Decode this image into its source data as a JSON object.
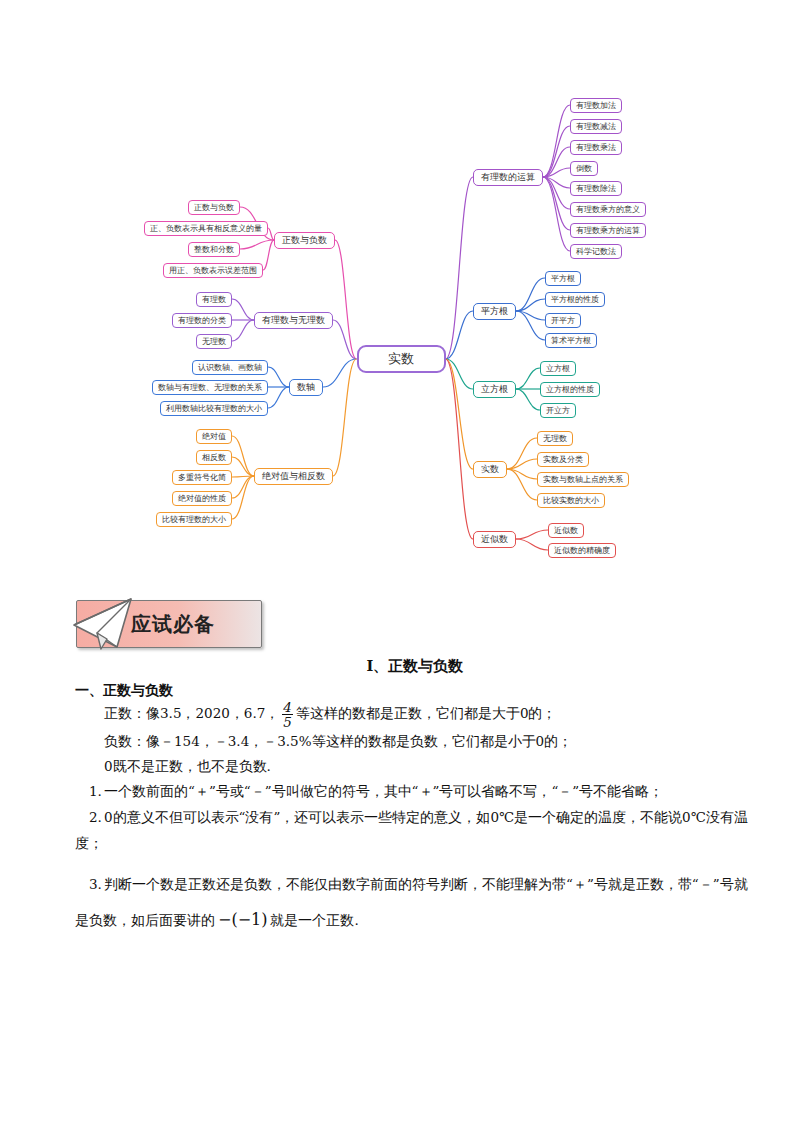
{
  "diagram": {
    "nodes": [
      {
        "text": [
          "实数"
        ]
      },
      {
        "text": [
          "正数与负数"
        ]
      },
      {
        "text": [
          "正数与负数"
        ]
      },
      {
        "text": [
          "正、负数表示具有相反意义的量"
        ]
      },
      {
        "text": [
          "整数和分数"
        ]
      },
      {
        "text": [
          "用正、负数表示误差范围"
        ]
      },
      {
        "text": [
          "有理数与无理数"
        ]
      },
      {
        "text": [
          "有理数"
        ]
      },
      {
        "text": [
          "有理数的分类"
        ]
      },
      {
        "text": [
          "无理数"
        ]
      },
      {
        "text": [
          "数轴"
        ]
      },
      {
        "text": [
          "认识数轴、画数轴"
        ]
      },
      {
        "text": [
          "数轴与有理数、无理数的关系"
        ]
      },
      {
        "text": [
          "利用数轴比较有理数的大小"
        ]
      },
      {
        "text": [
          "绝对值与相反数"
        ]
      },
      {
        "text": [
          "绝对值"
        ]
      },
      {
        "text": [
          "相反数"
        ]
      },
      {
        "text": [
          "多重符号化简"
        ]
      },
      {
        "text": [
          "绝对值的性质"
        ]
      },
      {
        "text": [
          "比较有理数的大小"
        ]
      },
      {
        "text": [
          "有理数的运算"
        ]
      },
      {
        "text": [
          "有理数加法"
        ]
      },
      {
        "text": [
          "有理数减法"
        ]
      },
      {
        "text": [
          "有理数乘法"
        ]
      },
      {
        "text": [
          "倒数"
        ]
      },
      {
        "text": [
          "有理数除法"
        ]
      },
      {
        "text": [
          "有理数乘方的意义"
        ]
      },
      {
        "text": [
          "有理数乘方的运算"
        ]
      },
      {
        "text": [
          "科学记数法"
        ]
      },
      {
        "text": [
          "平方根"
        ]
      },
      {
        "text": [
          "平方根"
        ]
      },
      {
        "text": [
          "平方根的性质"
        ]
      },
      {
        "text": [
          "开平方"
        ]
      },
      {
        "text": [
          "算术平方根"
        ]
      },
      {
        "text": [
          "立方根"
        ]
      },
      {
        "text": [
          "立方根"
        ]
      },
      {
        "text": [
          "立方根的性质"
        ]
      },
      {
        "text": [
          "开立方"
        ]
      },
      {
        "text": [
          "实数"
        ]
      },
      {
        "text": [
          "无理数"
        ]
      },
      {
        "text": [
          "实数及分类"
        ]
      },
      {
        "text": [
          "实数与数轴上点的关系"
        ]
      },
      {
        "text": [
          "比较实数的大小"
        ]
      },
      {
        "text": [
          "近似数"
        ]
      },
      {
        "text": [
          "近似数"
        ]
      },
      {
        "text": [
          "近似数的精确度"
        ]
      },
      {
        "text": [
          "应试必备"
        ]
      }
    ],
    "edges": [
      {
        "from": 0,
        "to": 1,
        "arrow": "none"
      },
      {
        "from": 1,
        "to": 2,
        "arrow": "none"
      },
      {
        "from": 1,
        "to": 3,
        "arrow": "none"
      },
      {
        "from": 1,
        "to": 4,
        "arrow": "none"
      },
      {
        "from": 1,
        "to": 5,
        "arrow": "none"
      },
      {
        "from": 0,
        "to": 6,
        "arrow": "none"
      },
      {
        "from": 6,
        "to": 7,
        "arrow": "none"
      },
      {
        "from": 6,
        "to": 8,
        "arrow": "none"
      },
      {
        "from": 6,
        "to": 9,
        "arrow": "none"
      },
      {
        "from": 0,
        "to": 10,
        "arrow": "none"
      },
      {
        "from": 10,
        "to": 11,
        "arrow": "none"
      },
      {
        "from": 10,
        "to": 12,
        "arrow": "none"
      },
      {
        "from": 10,
        "to": 13,
        "arrow": "none"
      },
      {
        "from": 0,
        "to": 14,
        "arrow": "none"
      },
      {
        "from": 14,
        "to": 15,
        "arrow": "none"
      },
      {
        "from": 14,
        "to": 16,
        "arrow": "none"
      },
      {
        "from": 14,
        "to": 17,
        "arrow": "none"
      },
      {
        "from": 14,
        "to": 18,
        "arrow": "none"
      },
      {
        "from": 14,
        "to": 19,
        "arrow": "none"
      },
      {
        "from": 0,
        "to": 20,
        "arrow": "none"
      },
      {
        "from": 20,
        "to": 21,
        "arrow": "none"
      },
      {
        "from": 20,
        "to": 22,
        "arrow": "none"
      },
      {
        "from": 20,
        "to": 23,
        "arrow": "none"
      },
      {
        "from": 20,
        "to": 24,
        "arrow": "none"
      },
      {
        "from": 20,
        "to": 25,
        "arrow": "none"
      },
      {
        "from": 20,
        "to": 26,
        "arrow": "none"
      },
      {
        "from": 20,
        "to": 27,
        "arrow": "none"
      },
      {
        "from": 20,
        "to": 28,
        "arrow": "none"
      },
      {
        "from": 0,
        "to": 29,
        "arrow": "none"
      },
      {
        "from": 29,
        "to": 30,
        "arrow": "none"
      },
      {
        "from": 29,
        "to": 31,
        "arrow": "none"
      },
      {
        "from": 29,
        "to": 32,
        "arrow": "none"
      },
      {
        "from": 29,
        "to": 33,
        "arrow": "none"
      },
      {
        "from": 0,
        "to": 34,
        "arrow": "none"
      },
      {
        "from": 34,
        "to": 35,
        "arrow": "none"
      },
      {
        "from": 34,
        "to": 36,
        "arrow": "none"
      },
      {
        "from": 34,
        "to": 37,
        "arrow": "none"
      },
      {
        "from": 0,
        "to": 38,
        "arrow": "none"
      },
      {
        "from": 38,
        "to": 39,
        "arrow": "none"
      },
      {
        "from": 38,
        "to": 40,
        "arrow": "none"
      },
      {
        "from": 38,
        "to": 41,
        "arrow": "none"
      },
      {
        "from": 38,
        "to": 42,
        "arrow": "none"
      },
      {
        "from": 0,
        "to": 43,
        "arrow": "none"
      },
      {
        "from": 43,
        "to": 44,
        "arrow": "none"
      },
      {
        "from": 43,
        "to": 45,
        "arrow": "none"
      }
    ],
    "labels": [
      "Ⅰ、正数与负数",
      "一、正数与负数",
      "正数：像3.5，2020，6.7，",
      "4",
      "5",
      "等这样的数都是正数，它们都是大于0的；",
      "负数：像－154，－3.4，－3.5%等这样的数都是负数，它们都是小于0的；",
      "0既不是正数，也不是负数.",
      "1.",
      "一个数前面的“＋”号或“－”号叫做它的符号，其中“＋”号可以省略不写，“－”号不能省略；",
      "2.",
      "0的意义不但可以表示“没有”，还可以表示一些特定的意义，如0℃是一个确定的温度，不能说0℃没有温度；",
      "3.",
      "判断一个数是正数还是负数，不能仅由数字前面的符号判断，不能理解为带“＋”号就是正数，带“－”号就是负数，如后面要讲的",
      "−(−1)",
      "就是一个正数."
    ]
  }
}
